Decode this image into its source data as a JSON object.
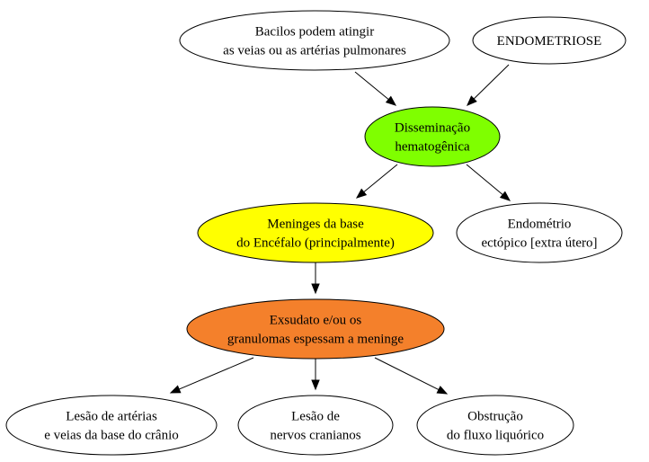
{
  "nodes": [
    {
      "id": "bacilos",
      "lines": [
        "Bacilos podem atingir",
        "as veias ou as artérias pulmonares"
      ],
      "fill": "#ffffff"
    },
    {
      "id": "endometriose",
      "lines": [
        "ENDOMETRIOSE"
      ],
      "fill": "#ffffff"
    },
    {
      "id": "disseminacao",
      "lines": [
        "Disseminação",
        "hematogênica"
      ],
      "fill": "#7fff00"
    },
    {
      "id": "meninges",
      "lines": [
        "Meninges da base",
        "do Encéfalo (principalmente)"
      ],
      "fill": "#ffff00"
    },
    {
      "id": "endometrio",
      "lines": [
        "Endométrio",
        "ectópico [extra útero]"
      ],
      "fill": "#ffffff"
    },
    {
      "id": "exsudato",
      "lines": [
        "Exsudato e/ou os",
        "granulomas espessam a meninge"
      ],
      "fill": "#f4802b"
    },
    {
      "id": "lesao-arterias",
      "lines": [
        "Lesão de artérias",
        "e veias da base do crânio"
      ],
      "fill": "#ffffff"
    },
    {
      "id": "lesao-nervos",
      "lines": [
        "Lesão de",
        "nervos cranianos"
      ],
      "fill": "#ffffff"
    },
    {
      "id": "obstrucao",
      "lines": [
        "Obstrução",
        "do fluxo liquórico"
      ],
      "fill": "#ffffff"
    }
  ],
  "edges": [
    {
      "from": "bacilos",
      "to": "disseminacao"
    },
    {
      "from": "endometriose",
      "to": "disseminacao"
    },
    {
      "from": "disseminacao",
      "to": "meninges"
    },
    {
      "from": "disseminacao",
      "to": "endometrio"
    },
    {
      "from": "meninges",
      "to": "exsudato"
    },
    {
      "from": "exsudato",
      "to": "lesao-arterias"
    },
    {
      "from": "exsudato",
      "to": "lesao-nervos"
    },
    {
      "from": "exsudato",
      "to": "obstrucao"
    }
  ]
}
